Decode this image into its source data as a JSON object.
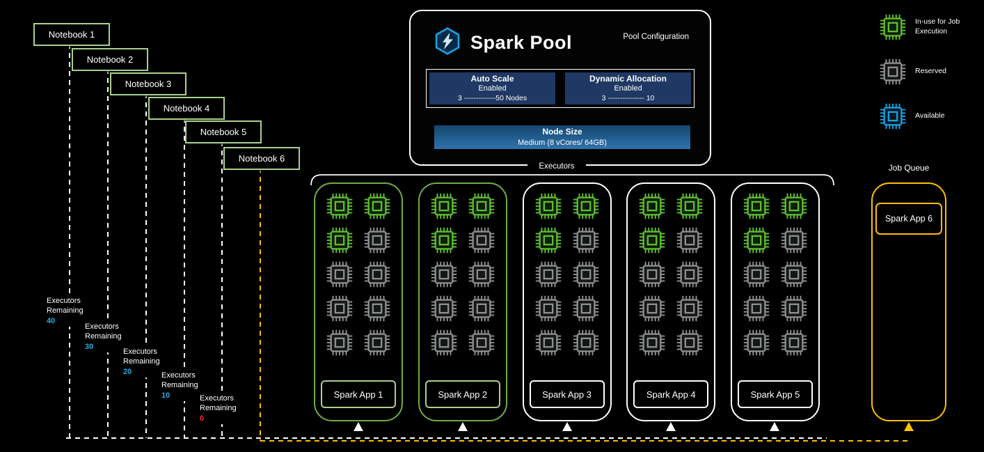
{
  "notebooks": [
    {
      "label": "Notebook 1"
    },
    {
      "label": "Notebook 2"
    },
    {
      "label": "Notebook 3"
    },
    {
      "label": "Notebook 4"
    },
    {
      "label": "Notebook 5"
    },
    {
      "label": "Notebook 6"
    }
  ],
  "executors_remaining": [
    {
      "line1": "Executors",
      "line2": "Remaining",
      "value": "40",
      "value_color": "#29ABE2"
    },
    {
      "line1": "Executors",
      "line2": "Remaining",
      "value": "30",
      "value_color": "#29ABE2"
    },
    {
      "line1": "Executors",
      "line2": "Remaining",
      "value": "20",
      "value_color": "#29ABE2"
    },
    {
      "line1": "Executors",
      "line2": "Remaining",
      "value": "10",
      "value_color": "#29ABE2"
    },
    {
      "line1": "Executors",
      "line2": "Remaining",
      "value": "0",
      "value_color": "#FF2D2D"
    }
  ],
  "pool": {
    "title": "Spark Pool",
    "config_label": "Pool Configuration",
    "auto_scale": {
      "title": "Auto Scale",
      "status": "Enabled",
      "range": "3 -------------50 Nodes"
    },
    "dynamic_allocation": {
      "title": "Dynamic Allocation",
      "status": "Enabled",
      "range": "3 --------------- 10"
    },
    "node_size": {
      "title": "Node Size",
      "value": "Medium (8 vCores/ 64GB)"
    }
  },
  "executors_label": "Executors",
  "apps": [
    {
      "label": "Spark App 1",
      "border": "green",
      "chips": [
        "in_use",
        "in_use",
        "in_use",
        "reserved",
        "reserved",
        "reserved",
        "reserved",
        "reserved",
        "reserved",
        "reserved"
      ]
    },
    {
      "label": "Spark App 2",
      "border": "green",
      "chips": [
        "in_use",
        "in_use",
        "in_use",
        "reserved",
        "reserved",
        "reserved",
        "reserved",
        "reserved",
        "reserved",
        "reserved"
      ]
    },
    {
      "label": "Spark App 3",
      "border": "white",
      "chips": [
        "in_use",
        "in_use",
        "in_use",
        "reserved",
        "reserved",
        "reserved",
        "reserved",
        "reserved",
        "reserved",
        "reserved"
      ]
    },
    {
      "label": "Spark App 4",
      "border": "white",
      "chips": [
        "in_use",
        "in_use",
        "in_use",
        "reserved",
        "reserved",
        "reserved",
        "reserved",
        "reserved",
        "reserved",
        "reserved"
      ]
    },
    {
      "label": "Spark App 5",
      "border": "white",
      "chips": [
        "in_use",
        "in_use",
        "in_use",
        "reserved",
        "reserved",
        "reserved",
        "reserved",
        "reserved",
        "reserved",
        "reserved"
      ]
    }
  ],
  "legend": [
    {
      "state": "in_use",
      "label": "In-use for Job Execution"
    },
    {
      "state": "reserved",
      "label": "Reserved"
    },
    {
      "state": "available",
      "label": "Available"
    }
  ],
  "job_queue": {
    "title": "Job Queue",
    "app_label": "Spark App 6"
  },
  "colors": {
    "in_use": "#5EC231",
    "reserved": "#8F9192",
    "available": "#1BA1E2",
    "queue_accent": "#FFC000"
  }
}
